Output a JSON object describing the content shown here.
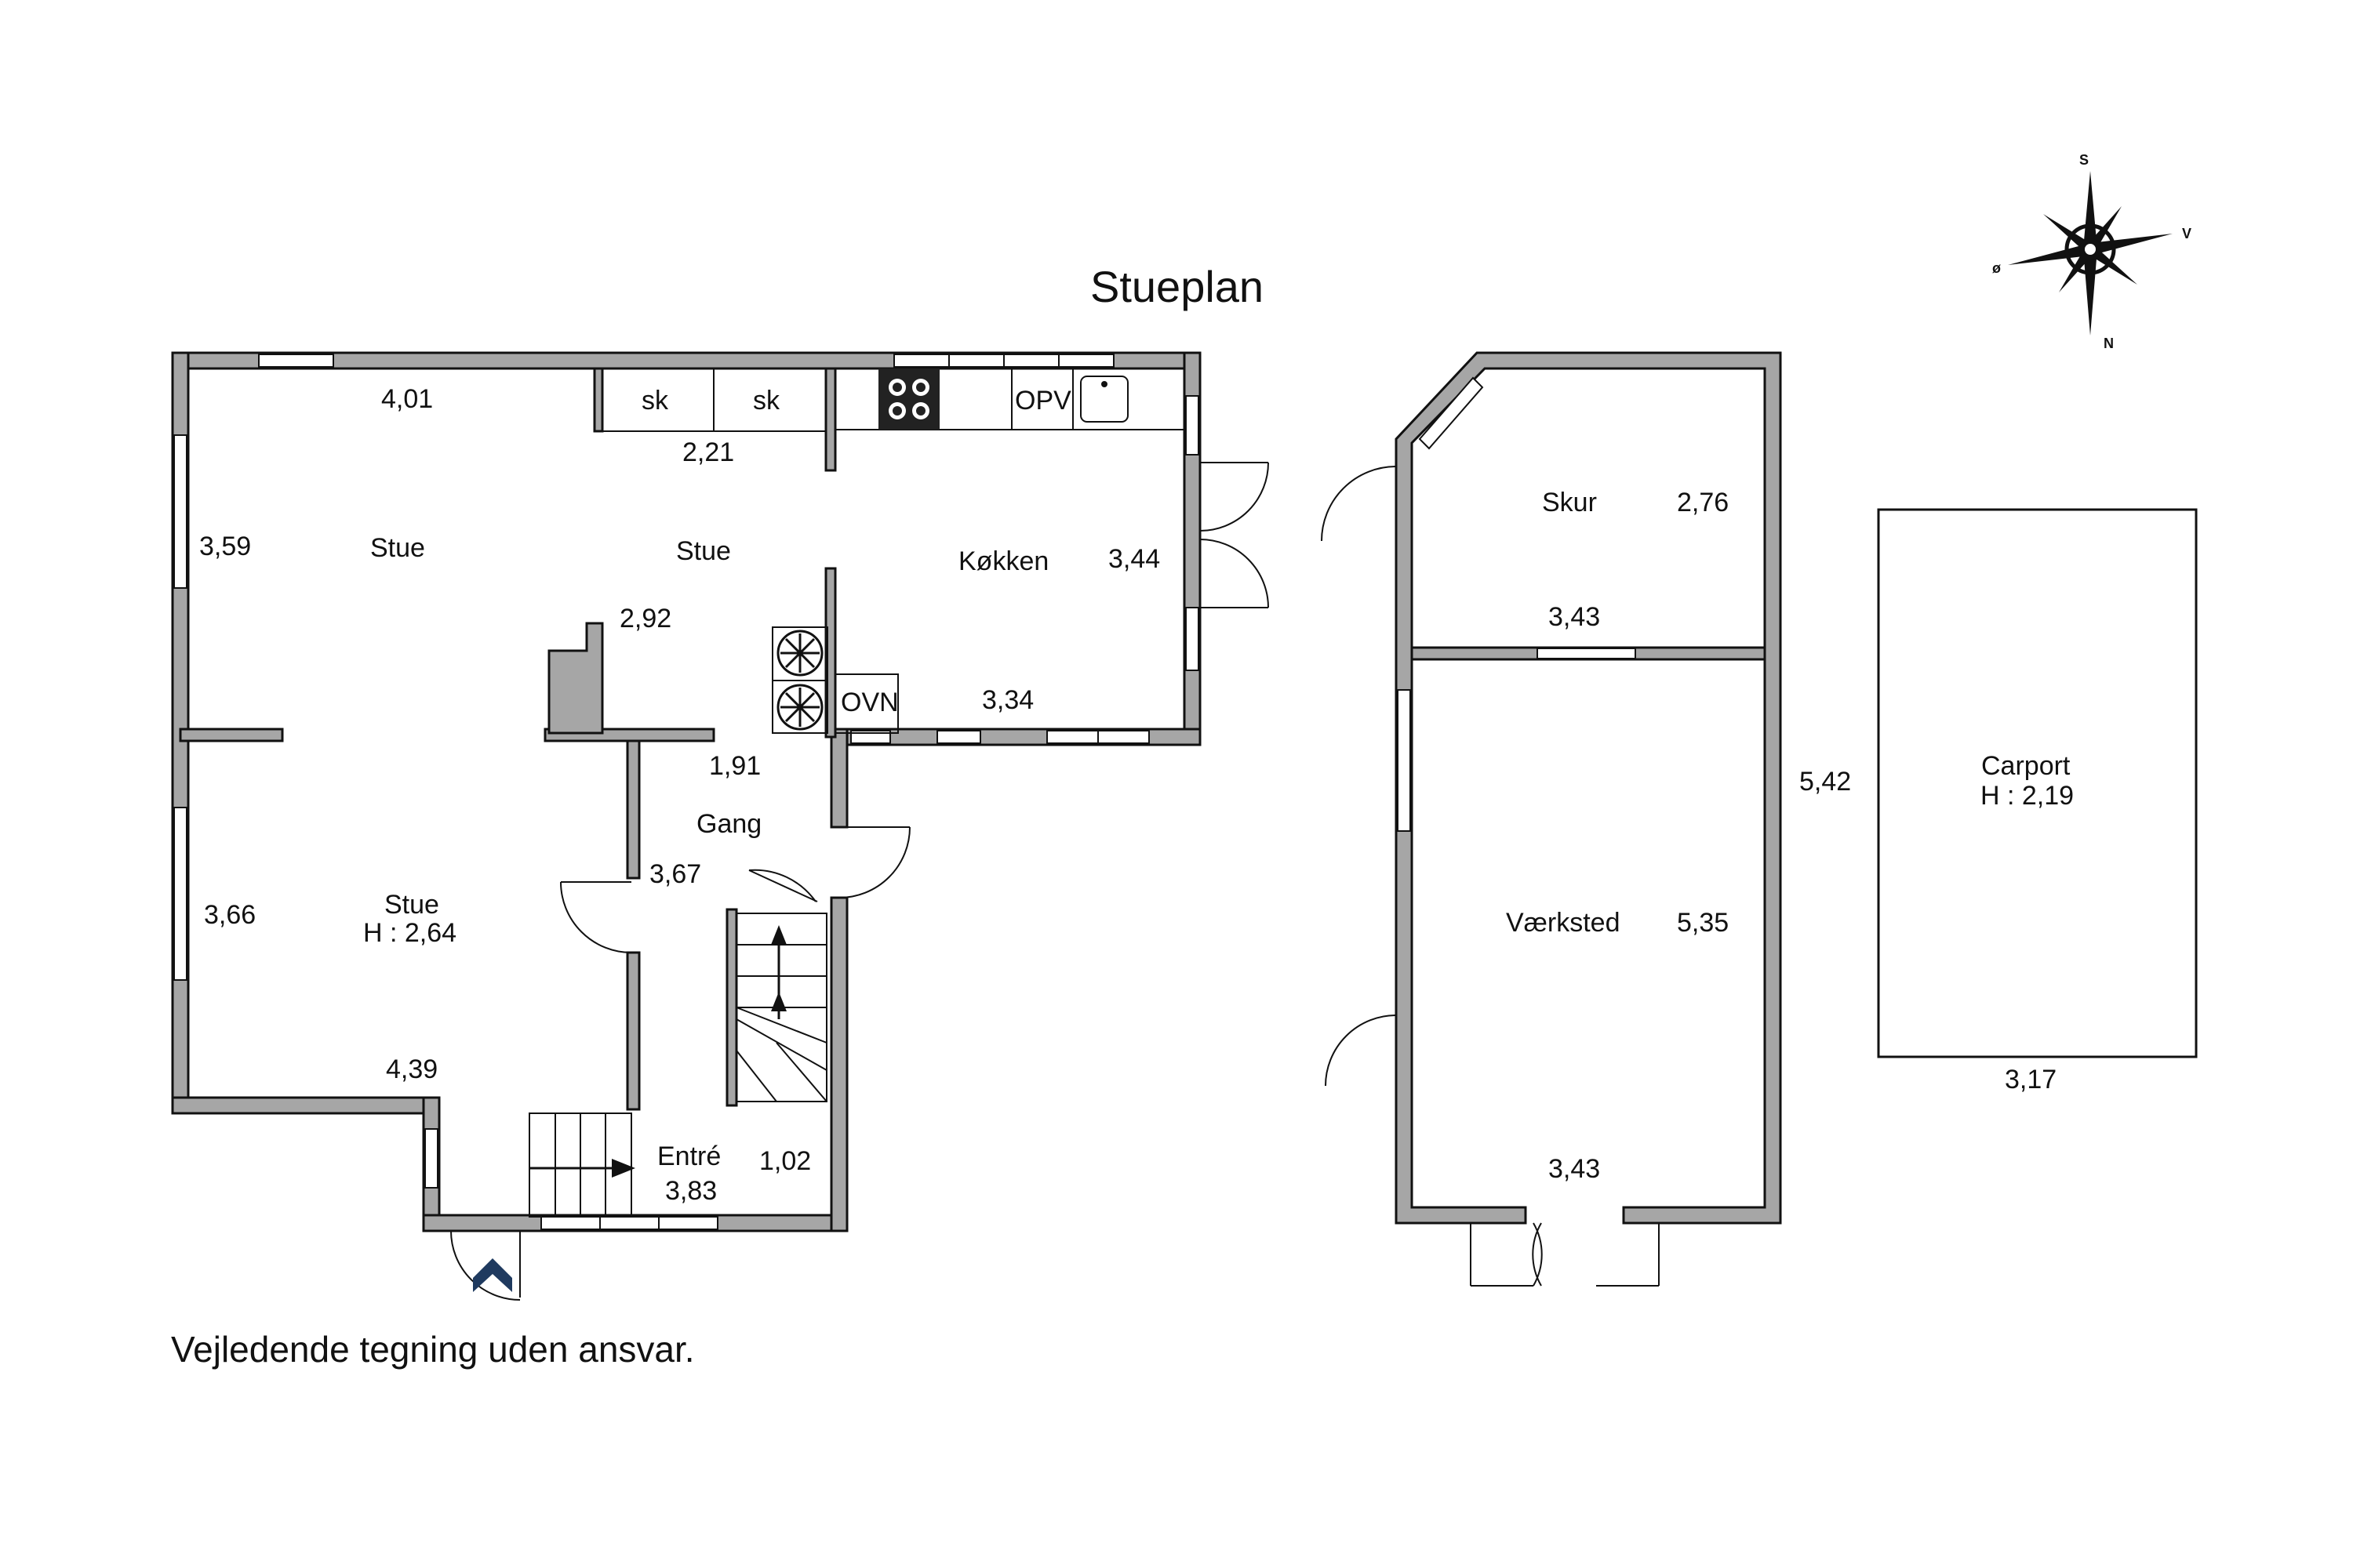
{
  "title": "Stueplan",
  "disclaimer": "Vejledende tegning uden ansvar.",
  "compass": {
    "s": "S",
    "v": "V",
    "o": "ø",
    "n": "N"
  },
  "rooms": {
    "stue_nw": {
      "name": "Stue",
      "w": "4,01",
      "h": "3,59"
    },
    "stue_mid": {
      "name": "Stue",
      "dim1": "2,21",
      "dim2": "2,92"
    },
    "stue_sw": {
      "name": "Stue",
      "height": "H : 2,64",
      "w": "4,39",
      "h": "3,66"
    },
    "kokken": {
      "name": "Køkken",
      "w": "3,34",
      "h": "3,44"
    },
    "gang": {
      "name": "Gang",
      "w": "1,91",
      "h": "3,67"
    },
    "entre": {
      "name": "Entré",
      "w": "3,83",
      "h": "1,02"
    },
    "skur": {
      "name": "Skur",
      "w": "3,43",
      "h": "2,76"
    },
    "vaerksted": {
      "name": "Værksted",
      "w": "3,43",
      "h": "5,35"
    },
    "carport": {
      "name": "Carport",
      "height": "H : 2,19",
      "w": "3,17",
      "h": "5,42"
    }
  },
  "fixtures": {
    "sk1": "sk",
    "sk2": "sk",
    "opv": "OPV",
    "ovn": "OVN"
  },
  "colors": {
    "wall": "#a6a6a6",
    "line": "#111111",
    "entrance_arrow": "#1f3a5f"
  }
}
